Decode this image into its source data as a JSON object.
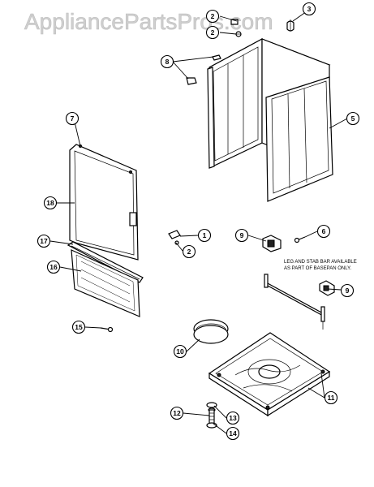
{
  "watermark": "AppliancePartsPros.com",
  "note": {
    "line1": "LEG AND STAB BAR AVAILABLE",
    "line2": "AS PART OF BASEPAN ONLY."
  },
  "callouts": {
    "c1": "1",
    "c2a": "2",
    "c2b": "2",
    "c3": "3",
    "c5": "5",
    "c6": "6",
    "c7": "7",
    "c8": "8",
    "c9a": "9",
    "c9b": "9",
    "c10": "10",
    "c11": "11",
    "c12": "12",
    "c13": "13",
    "c14": "14",
    "c15": "15",
    "c16": "16",
    "c17": "17",
    "c18": "18"
  }
}
